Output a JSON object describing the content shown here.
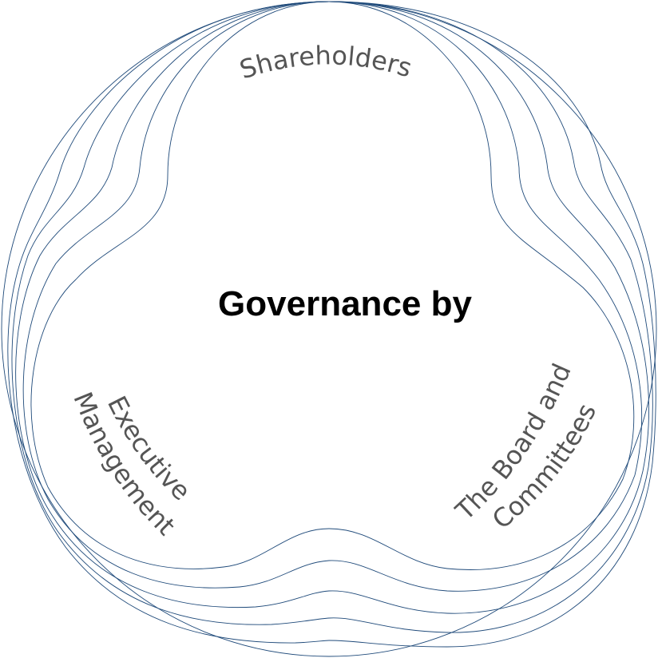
{
  "title": "Governance by",
  "labels": {
    "top": "Shareholders",
    "left_line1": "Executive",
    "left_line2": "Management",
    "right_line1": "The Board and",
    "right_line2": "Committees"
  },
  "colors": {
    "stroke": "#1f4a7a",
    "label": "#555555",
    "title": "#000000"
  }
}
